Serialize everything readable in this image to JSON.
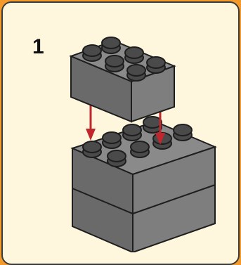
{
  "step": {
    "number": "1"
  },
  "colors": {
    "background": "#f39a2b",
    "panel": "#fff7dd",
    "brick_top": "#8a8a8a",
    "brick_front": "#6a6a6a",
    "brick_side": "#7e7e7e",
    "outline": "#1e1e1e",
    "arrow": "#c0272d"
  },
  "icons": [
    "lego-brick-2x4-top",
    "lego-brick-2x4-bottom-stack",
    "down-arrow"
  ]
}
